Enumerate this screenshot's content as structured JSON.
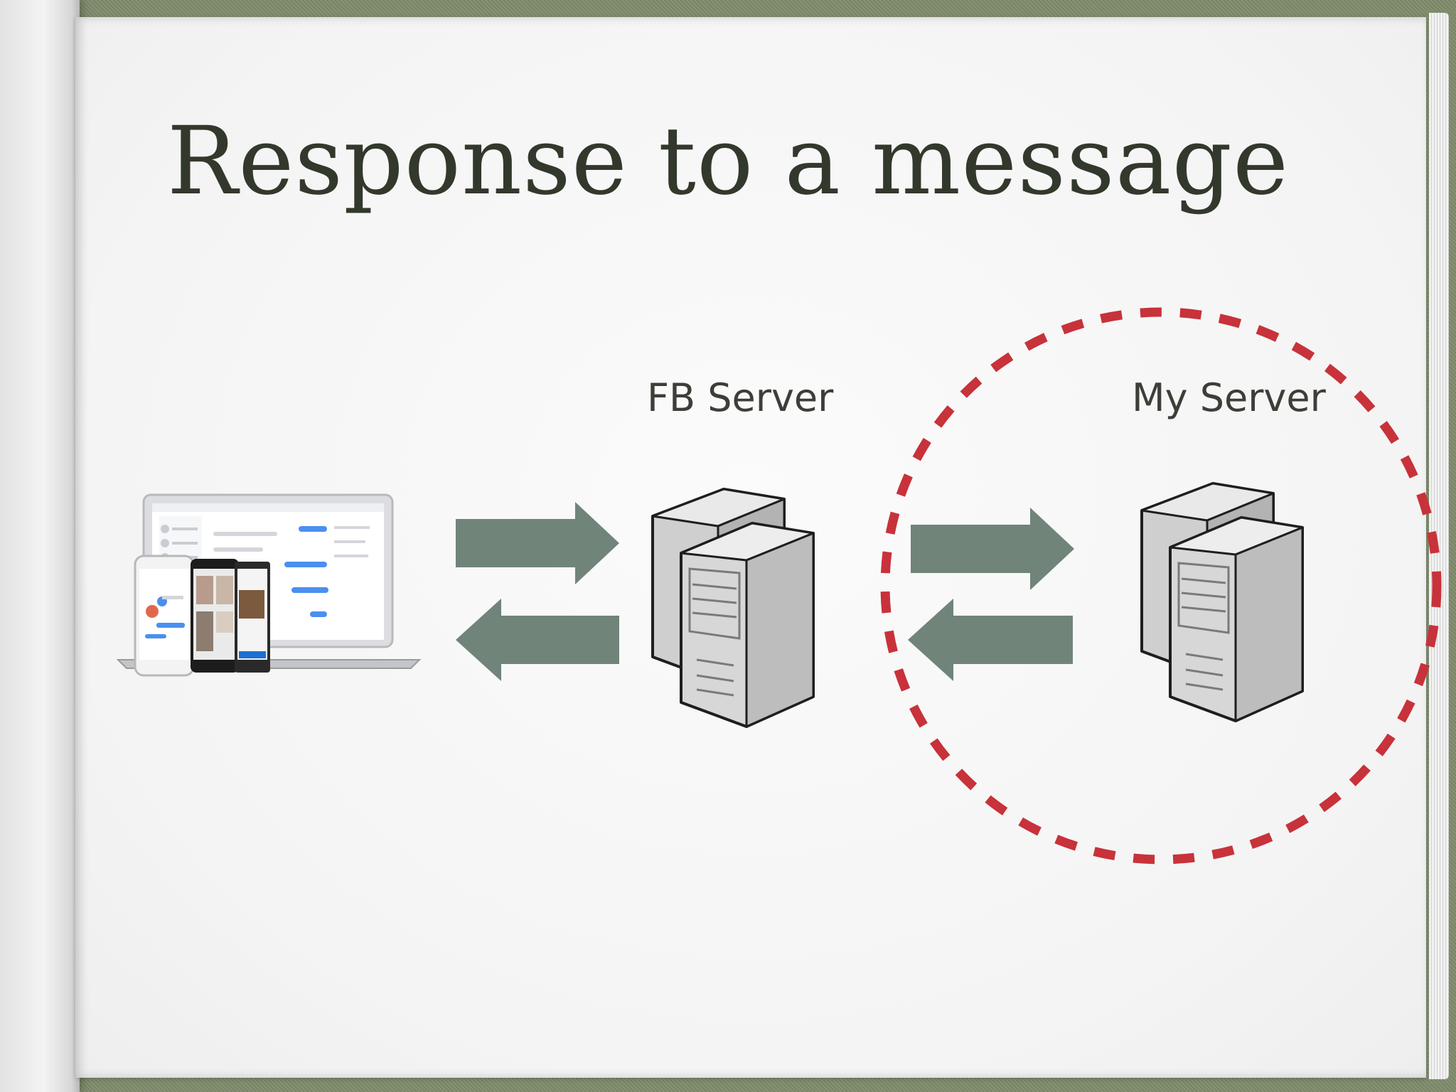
{
  "slide": {
    "title": "Response to a message"
  },
  "nodes": {
    "fb_server": {
      "label": "FB Server"
    },
    "my_server": {
      "label": "My Server"
    }
  },
  "colors": {
    "arrow": "#708479",
    "highlight_circle": "#c8323a",
    "title_text": "#33382c"
  },
  "icons": [
    "devices-illustration",
    "server-icon",
    "arrow-right-icon",
    "arrow-left-icon"
  ]
}
